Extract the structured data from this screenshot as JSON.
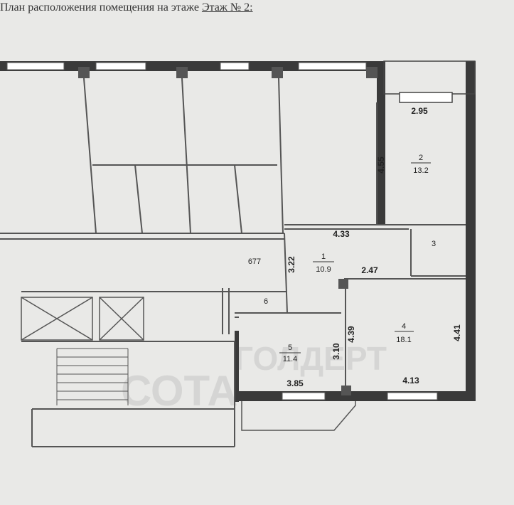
{
  "header": {
    "prefix": "План расположения помещения на этаже",
    "floor": "Этаж № 2:"
  },
  "rooms": [
    {
      "number": "1",
      "area": "10.9"
    },
    {
      "number": "2",
      "area": "13.2"
    },
    {
      "number": "3",
      "area": ""
    },
    {
      "number": "4",
      "area": "18.1"
    },
    {
      "number": "5",
      "area": "11.4"
    },
    {
      "number": "6",
      "area": ""
    }
  ],
  "apartment_label": "677",
  "dimensions": {
    "d295": "2.95",
    "d455": "4.55",
    "d433": "4.33",
    "d322": "3.22",
    "d247": "2.47",
    "d439": "4.39",
    "d310": "3.10",
    "d441": "4.41",
    "d385": "3.85",
    "d413": "4.13"
  },
  "watermark": {
    "line1": "ГОЛДЕРТ",
    "line2": "СОТА"
  },
  "colors": {
    "paper": "#e9e9e7",
    "wall": "#3a3a3a",
    "line": "#555555",
    "window": "#ffffff"
  }
}
